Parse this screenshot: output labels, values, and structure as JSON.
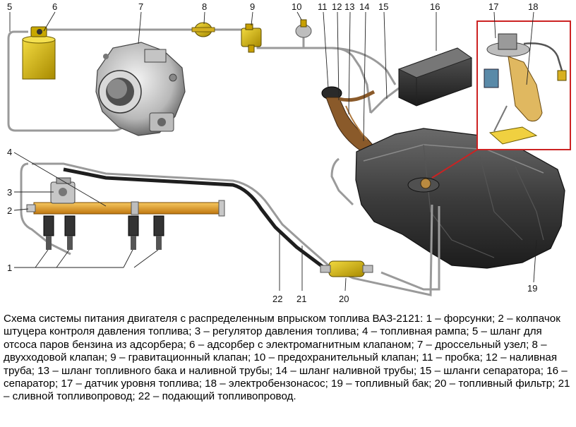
{
  "labels": {
    "l1": "1",
    "l2": "2",
    "l3": "3",
    "l4": "4",
    "l5": "5",
    "l6": "6",
    "l7": "7",
    "l8": "8",
    "l9": "9",
    "l10": "10",
    "l11": "11",
    "l12": "12",
    "l13": "13",
    "l14": "14",
    "l15": "15",
    "l16": "16",
    "l17": "17",
    "l18": "18",
    "l19": "19",
    "l20": "20",
    "l21": "21",
    "l22": "22"
  },
  "caption": "Схема системы питания двигателя с распределенным впрыском топлива ВАЗ-2121: 1 – форсунки; 2 – колпачок штуцера контроля давления топлива; 3 – регулятор давления топлива; 4 – топливная рампа; 5 – шланг для отсоса паров бензина из адсорбера; 6 – адсорбер с электромагнитным клапаном; 7 – дроссельный узел; 8 – двухходовой клапан; 9 – гравитационный клапан; 10 – предохранительный клапан; 11 – пробка; 12 – наливная труба; 13 – шланг топливного бака и наливной трубы; 14 – шланг наливной трубы; 15 – шланги сепаратора; 16 – сепаратор; 17 – датчик уровня топлива; 18 – электробензонасос; 19 – топливный бак; 20 – топливный фильтр; 21 – сливной топливопровод; 22 – подающий топливопровод.",
  "colors": {
    "rail": "#e0a020",
    "tank": "#3a3a3a",
    "adsorber": "#d8b800",
    "filter": "#e8b800",
    "inset_frame": "#cc2222",
    "pipe": "#8a8a8a",
    "hose": "#222222"
  }
}
